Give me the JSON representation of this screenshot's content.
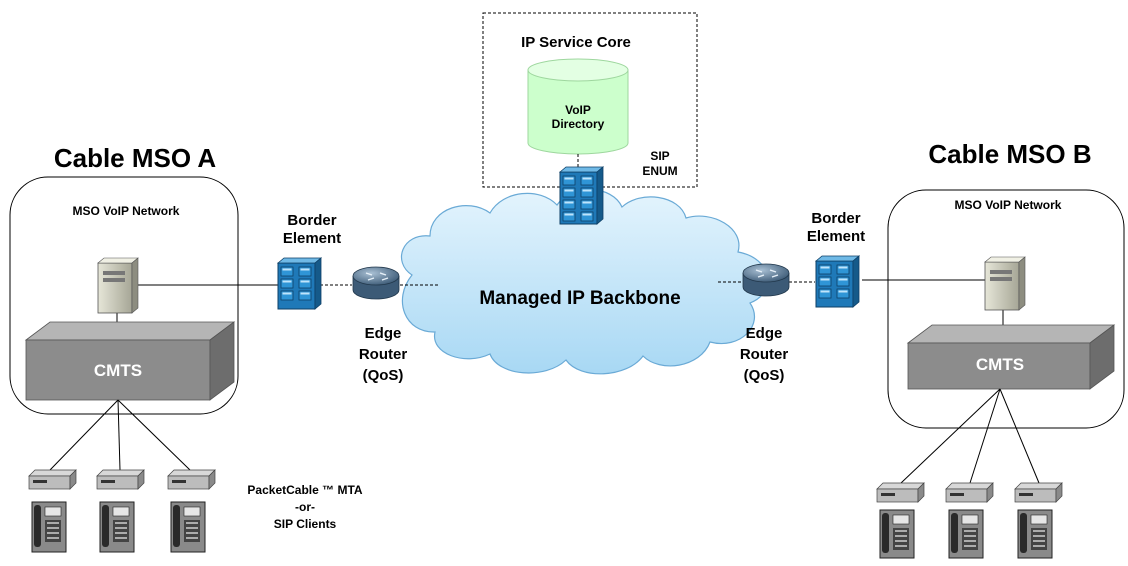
{
  "core": {
    "title": "IP Service Core",
    "db_line1": "VoIP",
    "db_line2": "Directory",
    "proto1": "SIP",
    "proto2": "ENUM"
  },
  "msoA": {
    "title": "Cable MSO A",
    "network": "MSO VoIP Network",
    "cmts": "CMTS"
  },
  "msoB": {
    "title": "Cable MSO B",
    "network": "MSO VoIP Network",
    "cmts": "CMTS"
  },
  "borderA": {
    "line1": "Border",
    "line2": "Element"
  },
  "borderB": {
    "line1": "Border",
    "line2": "Element"
  },
  "routerA": {
    "line1": "Edge",
    "line2": "Router",
    "line3": "(QoS)"
  },
  "routerB": {
    "line1": "Edge",
    "line2": "Router",
    "line3": "(QoS)"
  },
  "backbone": "Managed IP Backbone",
  "clients": {
    "line1": "PacketCable ™ MTA",
    "line2": "-or-",
    "line3": "SIP Clients"
  },
  "colors": {
    "db": "#ccffcc",
    "cloud": "#c8e8fa",
    "cmts": "#8c8c8c",
    "border_element": "#3aa0dc",
    "router": "#4a6a86"
  }
}
